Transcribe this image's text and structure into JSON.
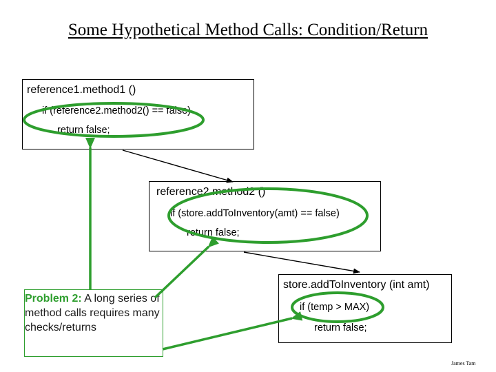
{
  "title": "Some Hypothetical Method Calls: Condition/Return",
  "box1": {
    "header": "reference1.method1 ()",
    "condition": "if (reference2.method2() == false)",
    "return": "return false;"
  },
  "box2": {
    "header": "reference2.method2 ()",
    "condition": "if (store.addToInventory(amt) == false)",
    "return": "return false;"
  },
  "box3": {
    "header": "store.addToInventory (int amt)",
    "condition": "if (temp > MAX)",
    "return": "return false;"
  },
  "problem": {
    "label": "Problem 2:",
    "text": "  A long series of method calls requires many checks/returns"
  },
  "credit": "James Tam",
  "colors": {
    "highlight": "#2e9e2e",
    "outline": "#000000"
  }
}
